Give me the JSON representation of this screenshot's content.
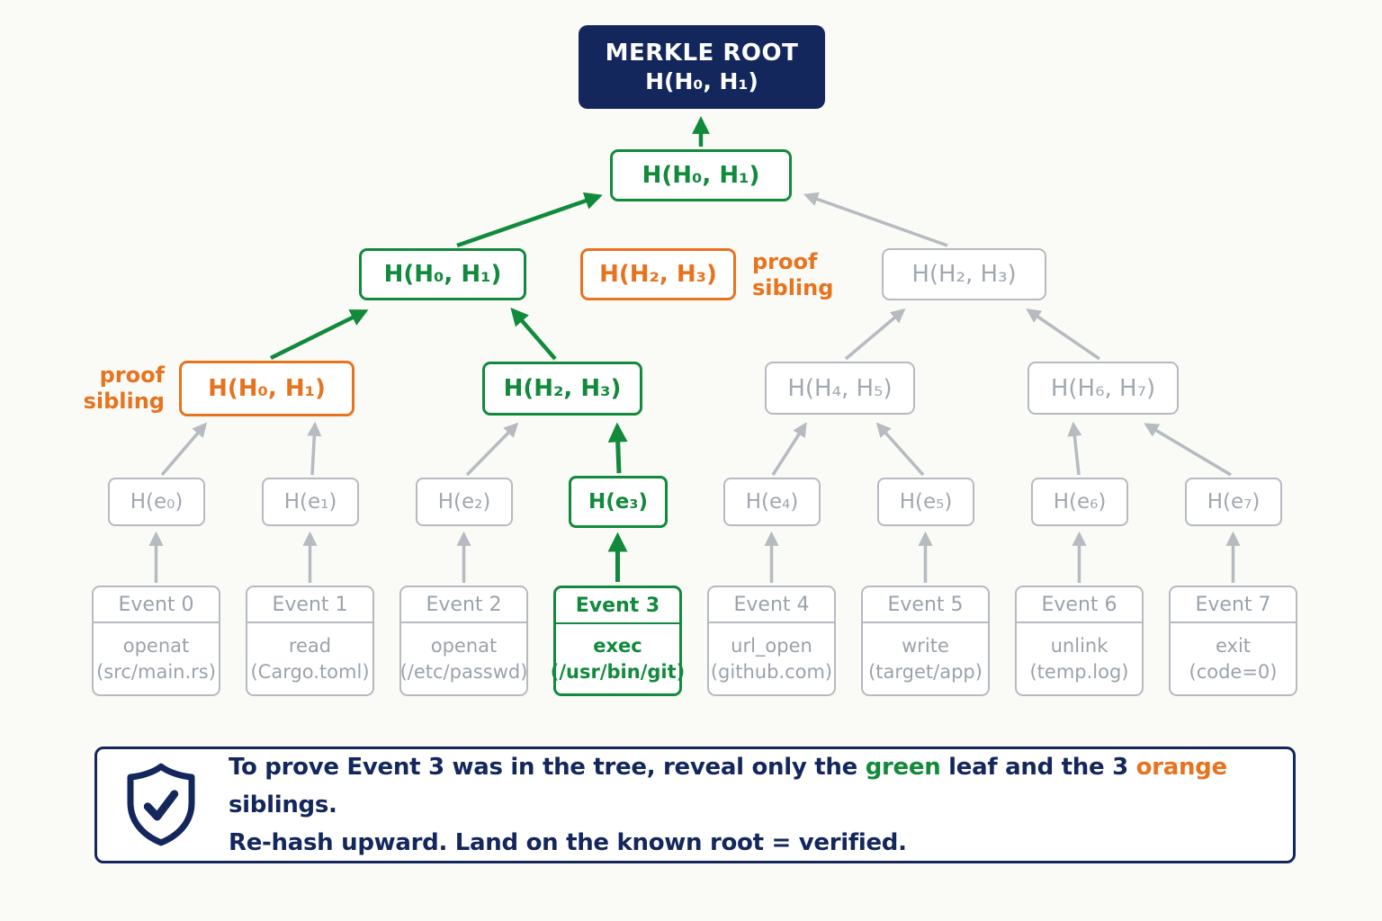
{
  "palette": {
    "navy": "#13275d",
    "green": "#128a3c",
    "orange": "#e8731f",
    "gray_border": "#b6bbc1",
    "gray_text": "#a2a8b0",
    "background": "#fafaf6"
  },
  "labels": {
    "proof": "proof",
    "sibling": "sibling"
  },
  "tree": {
    "root": {
      "title": "MERKLE ROOT",
      "hash": "H(H₀, H₁)"
    },
    "level2": {
      "label": "H(H₀, H₁)"
    },
    "level3": [
      {
        "label": "H(H₀, H₁)",
        "role": "on-path"
      },
      {
        "label": "H(H₂, H₃)",
        "role": "proof-sibling"
      },
      {
        "label": "H(H₂, H₃)",
        "role": "unrevealed"
      }
    ],
    "level4": [
      {
        "label": "H(H₀, H₁)",
        "role": "proof-sibling"
      },
      {
        "label": "H(H₂, H₃)",
        "role": "on-path"
      },
      {
        "label": "H(H₄, H₅)",
        "role": "unrevealed"
      },
      {
        "label": "H(H₆, H₇)",
        "role": "unrevealed"
      }
    ],
    "leaves": [
      {
        "label": "H(e₀)",
        "role": "unrevealed"
      },
      {
        "label": "H(e₁)",
        "role": "unrevealed"
      },
      {
        "label": "H(e₂)",
        "role": "unrevealed"
      },
      {
        "label": "H(e₃)",
        "role": "revealed"
      },
      {
        "label": "H(e₄)",
        "role": "unrevealed"
      },
      {
        "label": "H(e₅)",
        "role": "unrevealed"
      },
      {
        "label": "H(e₆)",
        "role": "unrevealed"
      },
      {
        "label": "H(e₇)",
        "role": "unrevealed"
      }
    ]
  },
  "events": [
    {
      "title": "Event 0",
      "op": "openat",
      "arg": "(src/main.rs)",
      "role": "unrevealed"
    },
    {
      "title": "Event 1",
      "op": "read",
      "arg": "(Cargo.toml)",
      "role": "unrevealed"
    },
    {
      "title": "Event 2",
      "op": "openat",
      "arg": "(/etc/passwd)",
      "role": "unrevealed"
    },
    {
      "title": "Event 3",
      "op": "exec",
      "arg": "(/usr/bin/git)",
      "role": "revealed"
    },
    {
      "title": "Event 4",
      "op": "url_open",
      "arg": "(github.com)",
      "role": "unrevealed"
    },
    {
      "title": "Event 5",
      "op": "write",
      "arg": "(target/app)",
      "role": "unrevealed"
    },
    {
      "title": "Event 6",
      "op": "unlink",
      "arg": "(temp.log)",
      "role": "unrevealed"
    },
    {
      "title": "Event 7",
      "op": "exit",
      "arg": "(code=0)",
      "role": "unrevealed"
    }
  ],
  "callout": {
    "icon": "shield-check-icon",
    "line1": [
      {
        "text": "To prove Event 3 was in the tree, reveal only the "
      },
      {
        "text": "green",
        "color": "#128a3c"
      },
      {
        "text": " leaf and the 3 "
      },
      {
        "text": "orange",
        "color": "#e8731f"
      },
      {
        "text": " siblings."
      }
    ],
    "line2": "Re-hash upward. Land on the known root = verified."
  }
}
